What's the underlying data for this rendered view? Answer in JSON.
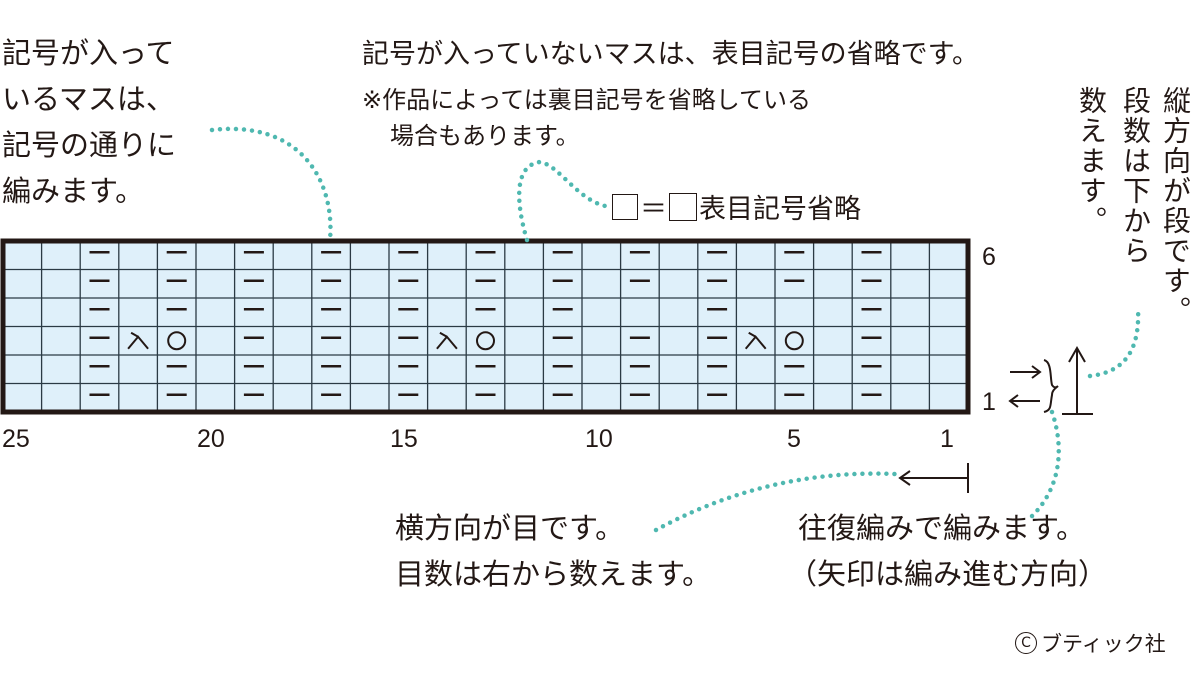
{
  "annotations": {
    "symbol_cells": [
      "記号が入って",
      "いるマスは、",
      "記号の通りに",
      "編みます。"
    ],
    "empty_cells": "記号が入っていないマスは、表目記号の省略です。",
    "note_line1": "※作品によっては裏目記号を省略している",
    "note_line2": "場合もあります。",
    "legend_equals": "＝",
    "legend_text": "表目記号省略",
    "rows_vertical": [
      "縦方向が段です。",
      "段数は下から",
      "数えます。"
    ],
    "stitches": [
      "横方向が目です。",
      "目数は右から数えます。"
    ],
    "flat_knitting": [
      "往復編みで編みます。",
      "（矢印は編み進む方向）"
    ]
  },
  "chart": {
    "columns": 25,
    "rows": 6,
    "column_labels": [
      "25",
      "20",
      "15",
      "10",
      "5",
      "1"
    ],
    "row_labels": {
      "top": "6",
      "bottom": "1"
    },
    "cell_color": "#dff0fa",
    "symbols_by_row": {
      "6": {
        "purl": [
          23,
          21,
          19,
          17,
          15,
          13,
          11,
          9,
          7,
          5,
          3
        ]
      },
      "5": {
        "purl": [
          23,
          21,
          19,
          17,
          15,
          13,
          11,
          9,
          7,
          5,
          3
        ]
      },
      "4": {
        "purl": [
          23,
          21,
          19,
          17,
          15,
          13,
          11,
          7,
          3
        ]
      },
      "3": {
        "purl": [
          23,
          19,
          17,
          15,
          11,
          9,
          7,
          3
        ],
        "right_decrease": [
          22,
          14,
          6
        ],
        "yarn_over": [
          21,
          13,
          5
        ]
      },
      "2": {
        "purl": [
          23,
          21,
          19,
          17,
          15,
          13,
          11,
          9,
          7,
          5,
          3
        ]
      },
      "1": {
        "purl": [
          23,
          21,
          19,
          17,
          15,
          13,
          11,
          9,
          7,
          5,
          3
        ]
      }
    }
  },
  "leader_color": "#4fb8b0",
  "copyright": "ブティック社"
}
